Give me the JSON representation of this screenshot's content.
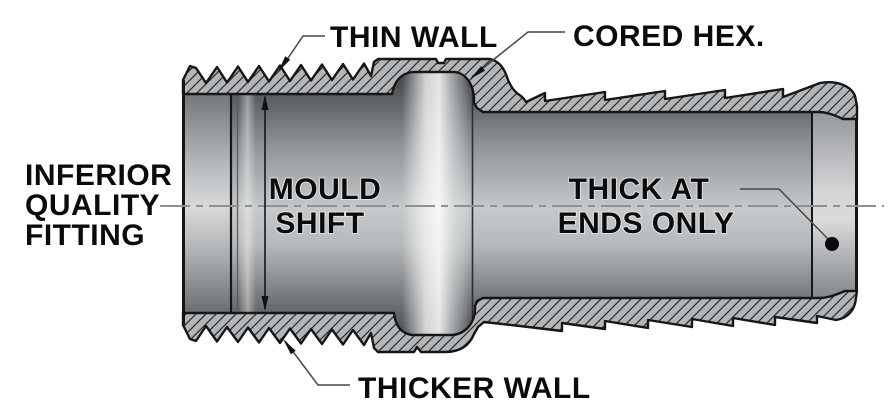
{
  "diagram": {
    "background": "#ffffff",
    "labels": {
      "fitting_line1": "INFERIOR",
      "fitting_line2": "QUALITY",
      "fitting_line3": "FITTING",
      "thin_wall": "THIN WALL",
      "cored_hex": "CORED HEX.",
      "mould": "MOULD",
      "shift": "SHIFT",
      "thick_at": "THICK AT",
      "ends_only": "ENDS ONLY",
      "thicker_wall": "THICKER WALL"
    },
    "colors": {
      "outline": "#161616",
      "section_fill": "#b3b6b9",
      "hatch_line": "#2a2a2a",
      "centerline": "#8f9294",
      "leader": "#474747",
      "label_text": "#0b0b0b",
      "bore_dark": "#45484b",
      "bore_light": "#c6c9cb",
      "indicator_dot": "#0a0a0a"
    }
  }
}
